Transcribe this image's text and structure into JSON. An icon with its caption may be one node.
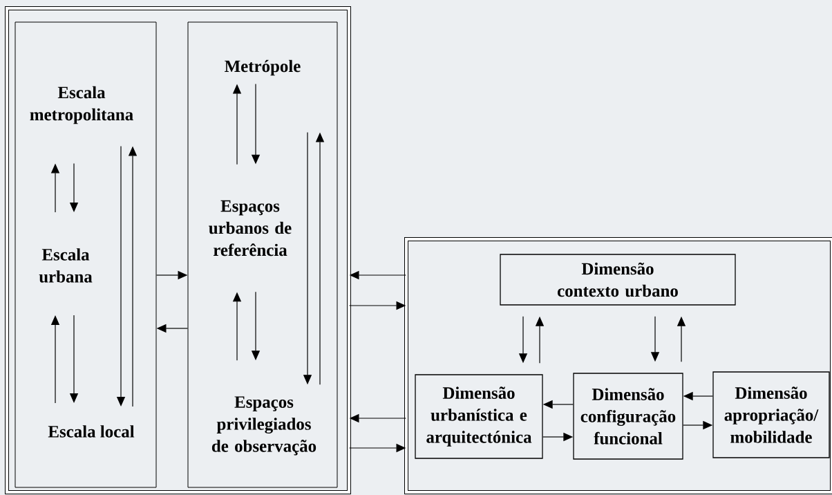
{
  "diagram": {
    "nodes": [
      {
        "text": [],
        "shape": "box"
      },
      {
        "text": [],
        "shape": "box",
        "in": 0
      },
      {
        "text": [
          "Escala metropolitana"
        ],
        "in": 1
      },
      {
        "text": [
          "Escala urbana"
        ],
        "in": 1
      },
      {
        "text": [
          "Escala local"
        ],
        "in": 1
      },
      {
        "text": [],
        "shape": "box",
        "in": 0
      },
      {
        "text": [
          "Metrópole"
        ],
        "in": 5
      },
      {
        "text": [
          "Espaços urbanos de referência"
        ],
        "in": 5
      },
      {
        "text": [
          "Espaços privilegiados de observação"
        ],
        "in": 5
      },
      {
        "text": [],
        "shape": "box"
      },
      {
        "text": [
          "Dimensão contexto urbano"
        ],
        "in": 9
      },
      {
        "text": [
          "Dimensão urbanística e arquitectónica"
        ],
        "in": 9
      },
      {
        "text": [
          "Dimensão configuração funcional"
        ],
        "in": 9
      },
      {
        "text": [
          "Dimensão apropriação/ mobilidade"
        ],
        "in": 9
      }
    ],
    "edges": [
      {
        "from": 3,
        "to": 2,
        "arrow": "to"
      },
      {
        "from": 2,
        "to": 3,
        "arrow": "to"
      },
      {
        "from": 4,
        "to": 3,
        "arrow": "to"
      },
      {
        "from": 3,
        "to": 4,
        "arrow": "to"
      },
      {
        "from": 2,
        "to": 4,
        "arrow": "to"
      },
      {
        "from": 4,
        "to": 2,
        "arrow": "to"
      },
      {
        "from": 1,
        "to": 5,
        "arrow": "to"
      },
      {
        "from": 5,
        "to": 1,
        "arrow": "to"
      },
      {
        "from": 7,
        "to": 6,
        "arrow": "to"
      },
      {
        "from": 6,
        "to": 7,
        "arrow": "to"
      },
      {
        "from": 8,
        "to": 7,
        "arrow": "to"
      },
      {
        "from": 7,
        "to": 8,
        "arrow": "to"
      },
      {
        "from": 6,
        "to": 8,
        "arrow": "to"
      },
      {
        "from": 8,
        "to": 6,
        "arrow": "to"
      },
      {
        "from": 9,
        "to": 0,
        "arrow": "to"
      },
      {
        "from": 0,
        "to": 9,
        "arrow": "to"
      },
      {
        "from": 9,
        "to": 0,
        "arrow": "to"
      },
      {
        "from": 0,
        "to": 9,
        "arrow": "to"
      },
      {
        "from": 10,
        "to": 11,
        "arrow": "to"
      },
      {
        "from": 11,
        "to": 10,
        "arrow": "to"
      },
      {
        "from": 10,
        "to": 12,
        "arrow": "to"
      },
      {
        "from": 12,
        "to": 10,
        "arrow": "to"
      },
      {
        "from": 12,
        "to": 11,
        "arrow": "to"
      },
      {
        "from": 11,
        "to": 12,
        "arrow": "to"
      },
      {
        "from": 13,
        "to": 12,
        "arrow": "to"
      },
      {
        "from": 12,
        "to": 13,
        "arrow": "to"
      }
    ]
  }
}
